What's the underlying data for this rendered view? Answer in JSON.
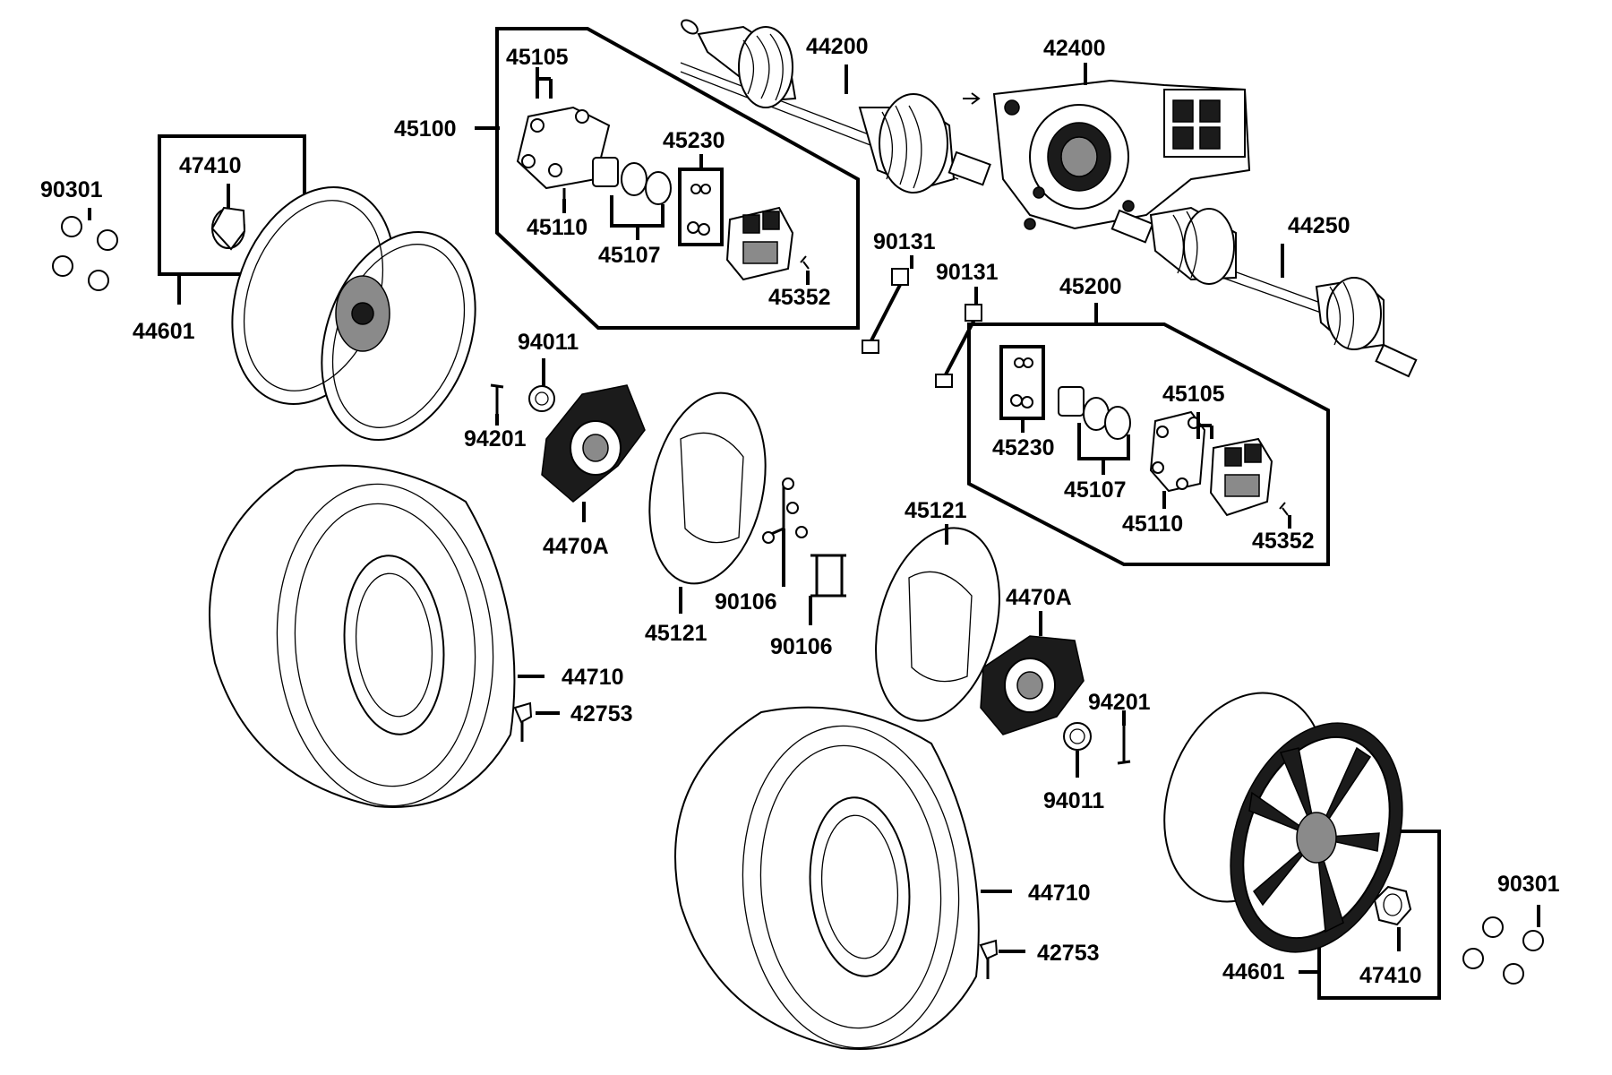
{
  "labels": {
    "p45105_a": "45105",
    "p45100": "45100",
    "p45230_a": "45230",
    "p45110_a": "45110",
    "p45107_a": "45107",
    "p45352_a": "45352",
    "p44200": "44200",
    "p42400": "42400",
    "p44250": "44250",
    "p90131_a": "90131",
    "p90131_b": "90131",
    "p45200": "45200",
    "p45105_b": "45105",
    "p45230_b": "45230",
    "p45107_b": "45107",
    "p45110_b": "45110",
    "p45352_b": "45352",
    "p90301_a": "90301",
    "p47410_a": "47410",
    "p44601_a": "44601",
    "p94011_a": "94011",
    "p94201_a": "94201",
    "p4470A_a": "4470A",
    "p45121_a": "45121",
    "p90106_a": "90106",
    "p90106_b": "90106",
    "p45121_b": "45121",
    "p4470A_b": "4470A",
    "p44710_a": "44710",
    "p42753_a": "42753",
    "p94201_b": "94201",
    "p94011_b": "94011",
    "p44710_b": "44710",
    "p42753_b": "42753",
    "p90301_b": "90301",
    "p44601_b": "44601",
    "p47410_b": "47410"
  }
}
